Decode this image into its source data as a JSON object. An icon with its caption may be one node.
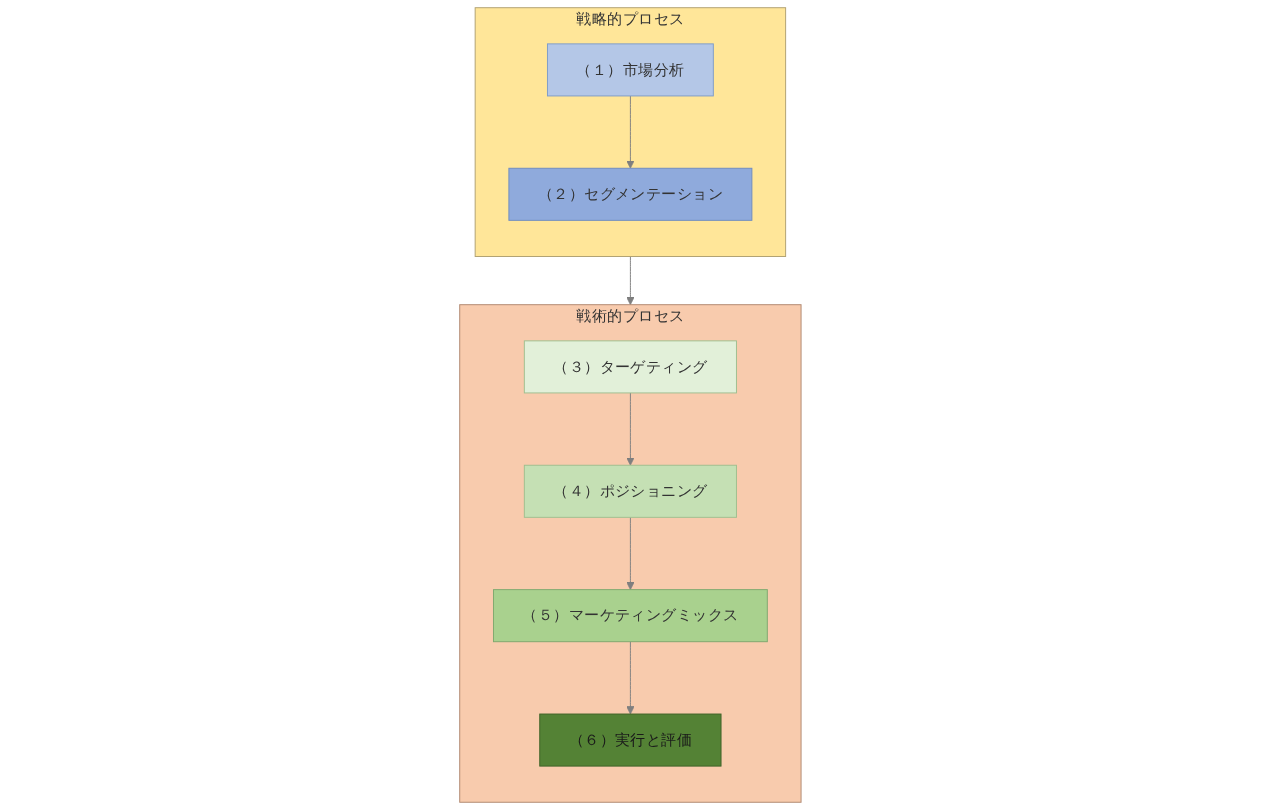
{
  "diagram": {
    "nodes": [
      {
        "text": [
          "戦略的プロセス"
        ]
      },
      {
        "text": [
          "（１）市場分析"
        ],
        "in": 0
      },
      {
        "text": [
          "（２）セグメンテーション"
        ],
        "in": 0
      },
      {
        "text": [
          "戦術的プロセス"
        ]
      },
      {
        "text": [
          "（３）ターゲティング"
        ],
        "in": 3
      },
      {
        "text": [
          "（４）ポジショニング"
        ],
        "in": 3
      },
      {
        "text": [
          "（５）マーケティングミックス"
        ],
        "in": 3
      },
      {
        "text": [
          "（６）実行と評価"
        ],
        "in": 3
      }
    ],
    "edges": [
      {
        "from": 1,
        "to": 2,
        "arrow": "to"
      },
      {
        "from": 0,
        "to": 3,
        "arrow": "to"
      },
      {
        "from": 4,
        "to": 5,
        "arrow": "to"
      },
      {
        "from": 5,
        "to": 6,
        "arrow": "to"
      },
      {
        "from": 6,
        "to": 7,
        "arrow": "to"
      }
    ]
  }
}
